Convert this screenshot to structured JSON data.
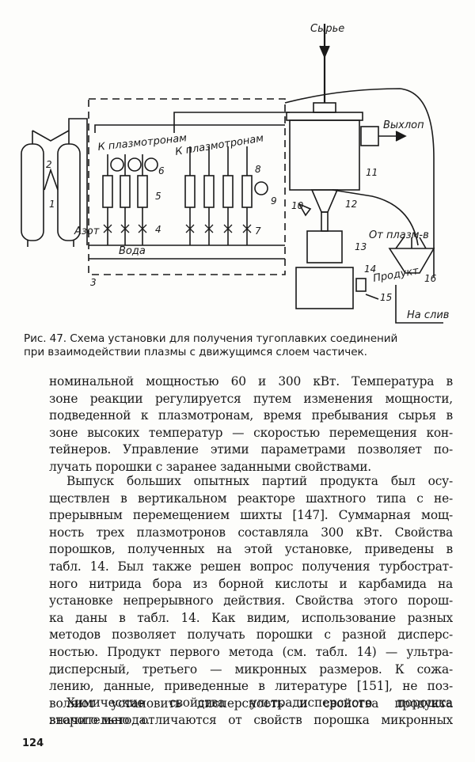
{
  "diagram": {
    "labels": {
      "syrye": "Сырье",
      "vykhlop": "Выхлоп",
      "k_plazmotronam_left": "К плазмотронам",
      "k_plazmotronam_right": "К плазмотронам",
      "azot": "Азот",
      "voda": "Вода",
      "ot_plazm": "От плазм-в",
      "produkt": "Продукт",
      "na_sliv": "На слив"
    },
    "numbers": [
      "1",
      "2",
      "3",
      "4",
      "5",
      "6",
      "7",
      "8",
      "9",
      "10",
      "11",
      "12",
      "13",
      "14",
      "15",
      "16"
    ]
  },
  "caption": {
    "line1": "Рис. 47. Схема установки для получения тугоплавких соединений",
    "line2": "при взаимодействии плазмы с движущимся слоем частичек."
  },
  "paragraphs": [
    {
      "lines": [
        "номинальной мощностью 60 и 300 кВт. Температура в",
        "зоне реакции регулируется путем изменения мощности,",
        "подведенной к плазмотронам, время пребывания сырья в",
        "зоне высоких температур — скоростью перемещения кон-",
        "тейнеров. Управление этими параметрами позволяет по-",
        "лучать порошки с заранее заданными свойствами."
      ]
    },
    {
      "lines": [
        "Выпуск больших опытных партий продукта был осу-",
        "ществлен в вертикальном реакторе шахтного типа с не-",
        "прерывным перемещением шихты [147]. Суммарная мощ-",
        "ность трех плазмотронов составляла 300 кВт. Свойства",
        "порошков, полученных на этой установке, приведены в",
        "табл. 14. Был также решен вопрос получения турбострат-",
        "ного нитрида бора из борной кислоты и карбамида на",
        "установке непрерывного действия. Свойства этого порош-",
        "ка даны в табл. 14. Как видим, использование разных",
        "методов позволяет получать порошки с разной дисперс-",
        "ностью. Продукт первого метода (см. табл. 14) — ультра-",
        "дисперсный, третьего — микронных размеров. К сожа-",
        "лению, данные, приведенные в литературе [151], не поз-",
        "воляют установить дисперсность и свойства продукта",
        "второго метода."
      ]
    },
    {
      "lines": [
        "Химические свойства ультрадисперсного порошка",
        "значительно отличаются от свойств порошка микронных"
      ]
    }
  ],
  "page_number": "124"
}
